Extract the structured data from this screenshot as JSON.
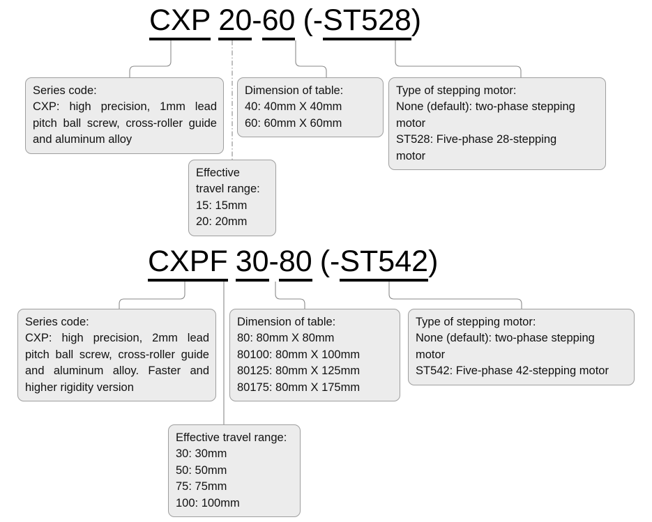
{
  "diagram": {
    "type": "product-model-code-breakdown",
    "rows": [
      {
        "id": "cxp-row",
        "heading": {
          "series": "CXP",
          "travel": "20",
          "dash": "-",
          "table": "60",
          "open_paren": "(",
          "motor_dash": "-",
          "motor": "ST528",
          "close_paren": ")",
          "full_code": "CXP 20-60 (-ST528)"
        },
        "boxes": {
          "series_code": {
            "title": "Series code:",
            "lines": [
              "CXP: high precision, 1mm lead",
              "pitch ball screw, cross-roller guide",
              "and aluminum alloy"
            ]
          },
          "travel_range": {
            "title_line1": "Effective",
            "title_line2": "travel range:",
            "lines": [
              "15: 15mm",
              "20: 20mm"
            ]
          },
          "table_dimension": {
            "title": "Dimension of table:",
            "lines": [
              "40: 40mm X 40mm",
              "60: 60mm X 60mm"
            ]
          },
          "stepping_motor": {
            "title": "Type of stepping motor:",
            "lines": [
              "None  (default):  two-phase  stepping",
              "motor",
              "ST528:      Five-phase      28-stepping",
              "motor"
            ]
          }
        }
      },
      {
        "id": "cxpf-row",
        "heading": {
          "series": "CXPF",
          "travel": "30",
          "dash": "-",
          "table": "80",
          "open_paren": "(",
          "motor_dash": "-",
          "motor": "ST542",
          "close_paren": ")",
          "full_code": "CXPF 30-80 (-ST542)"
        },
        "boxes": {
          "series_code": {
            "title": "Series code:",
            "lines": [
              "CXP: high precision, 2mm lead",
              "pitch ball screw, cross-roller guide",
              "and aluminum alloy. Faster and",
              "higher rigidity version"
            ]
          },
          "travel_range": {
            "title": "Effective travel range:",
            "lines": [
              "30: 30mm",
              "50: 50mm",
              "75: 75mm",
              "100: 100mm"
            ]
          },
          "table_dimension": {
            "title": "Dimension of table:",
            "lines": [
              "80: 80mm X 80mm",
              "80100: 80mm X 100mm",
              "80125: 80mm X 125mm",
              "80175: 80mm X 175mm"
            ]
          },
          "stepping_motor": {
            "title": "Type of stepping motor:",
            "lines": [
              "None   (default):   two-phase   stepping",
              "motor",
              "ST542: Five-phase 42-stepping motor"
            ]
          }
        }
      }
    ],
    "colors": {
      "box_fill": "#ececec",
      "box_border": "#9e9e9e",
      "connector": "#8a8a8a",
      "text": "#111111",
      "heading": "#000000",
      "background": "#ffffff"
    }
  }
}
